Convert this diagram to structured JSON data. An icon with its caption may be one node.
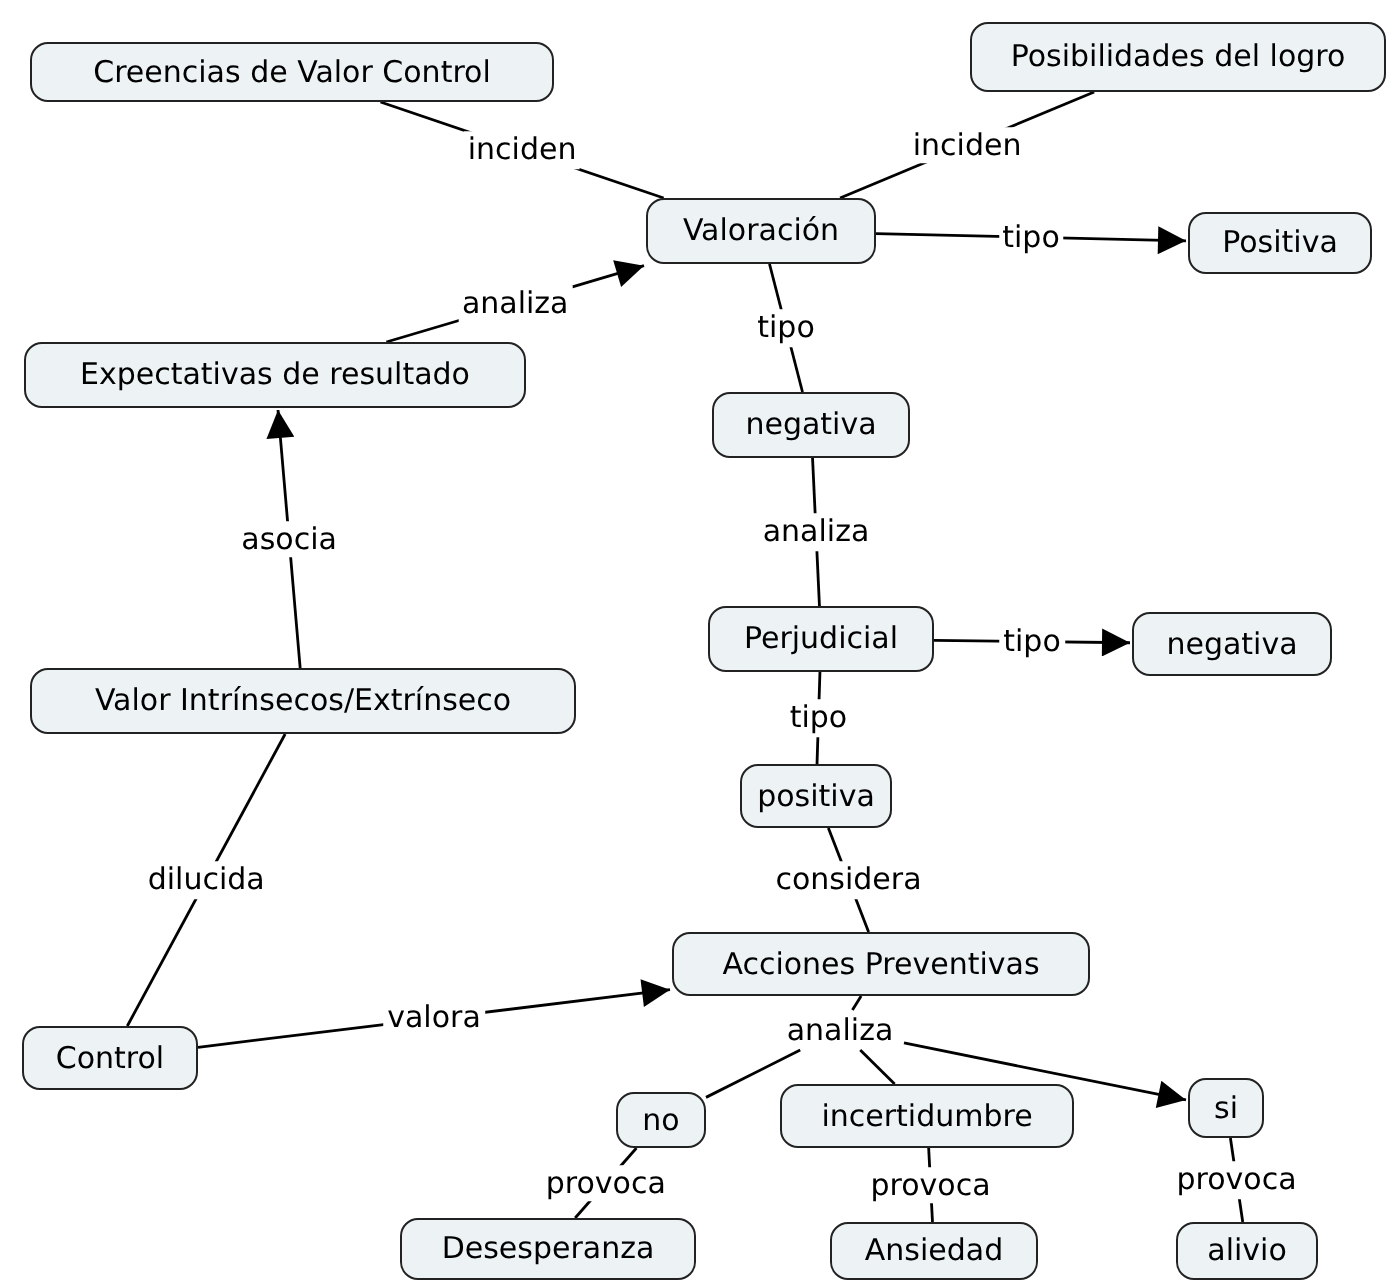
{
  "diagram": {
    "nodes": [
      {
        "text": [
          "Creencias de Valor Control"
        ]
      },
      {
        "text": [
          "Posibilidades del logro"
        ]
      },
      {
        "text": [
          "Valoración"
        ]
      },
      {
        "text": [
          "Positiva"
        ]
      },
      {
        "text": [
          "Expectativas de resultado"
        ]
      },
      {
        "text": [
          "negativa"
        ]
      },
      {
        "text": [
          "Perjudicial"
        ]
      },
      {
        "text": [
          "negativa"
        ]
      },
      {
        "text": [
          "Valor Intrínsecos/Extrínseco"
        ]
      },
      {
        "text": [
          "positiva"
        ]
      },
      {
        "text": [
          "Acciones Preventivas"
        ]
      },
      {
        "text": [
          "Control"
        ]
      },
      {
        "text": [
          "analiza"
        ]
      },
      {
        "text": [
          "no"
        ]
      },
      {
        "text": [
          "incertidumbre"
        ]
      },
      {
        "text": [
          "si"
        ]
      },
      {
        "text": [
          "Desesperanza"
        ]
      },
      {
        "text": [
          "Ansiedad"
        ]
      },
      {
        "text": [
          "alivio"
        ]
      }
    ],
    "edges": [
      {
        "from": 0,
        "to": 2,
        "arrow": "none",
        "label": "inciden"
      },
      {
        "from": 1,
        "to": 2,
        "arrow": "none",
        "label": "inciden"
      },
      {
        "from": 4,
        "to": 2,
        "arrow": "to",
        "label": "analiza"
      },
      {
        "from": 2,
        "to": 3,
        "arrow": "to",
        "label": "tipo"
      },
      {
        "from": 2,
        "to": 5,
        "arrow": "none",
        "label": "tipo"
      },
      {
        "from": 5,
        "to": 6,
        "arrow": "none",
        "label": "analiza"
      },
      {
        "from": 6,
        "to": 7,
        "arrow": "to",
        "label": "tipo"
      },
      {
        "from": 6,
        "to": 9,
        "arrow": "none",
        "label": "tipo"
      },
      {
        "from": 9,
        "to": 10,
        "arrow": "none",
        "label": "considera"
      },
      {
        "from": 8,
        "to": 4,
        "arrow": "to",
        "label": "asocia"
      },
      {
        "from": 8,
        "to": 11,
        "arrow": "none",
        "label": "dilucida"
      },
      {
        "from": 11,
        "to": 10,
        "arrow": "to",
        "label": "valora"
      },
      {
        "from": 10,
        "to": 12,
        "arrow": "none"
      },
      {
        "from": 12,
        "to": 13,
        "arrow": "none"
      },
      {
        "from": 12,
        "to": 14,
        "arrow": "none"
      },
      {
        "from": 12,
        "to": 15,
        "arrow": "to"
      },
      {
        "from": 13,
        "to": 16,
        "arrow": "none",
        "label": "provoca"
      },
      {
        "from": 14,
        "to": 17,
        "arrow": "none",
        "label": "provoca"
      },
      {
        "from": 15,
        "to": 18,
        "arrow": "none",
        "label": "provoca"
      }
    ]
  }
}
